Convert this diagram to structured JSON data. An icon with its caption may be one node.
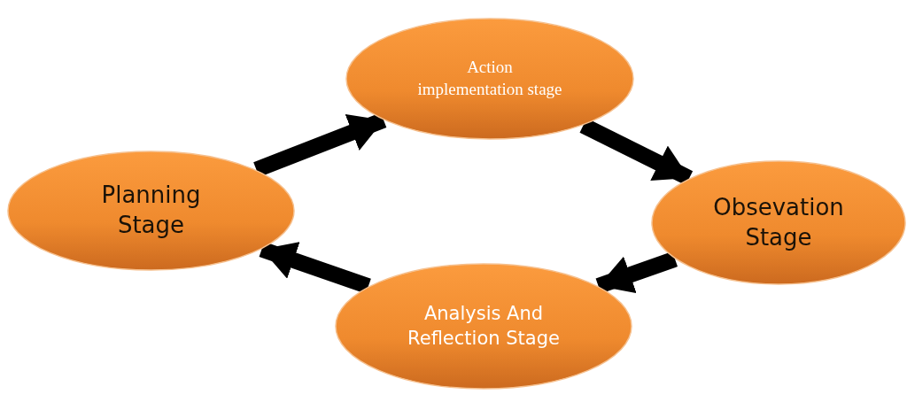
{
  "diagram": {
    "nodes": [
      {
        "text": [
          "Planning Stage"
        ]
      },
      {
        "text": [
          "Action implementation stage"
        ]
      },
      {
        "text": [
          "Obsevation Stage"
        ]
      },
      {
        "text": [
          "Analysis And Reflection Stage"
        ]
      }
    ],
    "edges": [
      {
        "from": 0,
        "to": 1,
        "arrow": "to"
      },
      {
        "from": 1,
        "to": 2,
        "arrow": "to"
      },
      {
        "from": 2,
        "to": 3,
        "arrow": "to"
      },
      {
        "from": 3,
        "to": 0,
        "arrow": "to"
      }
    ]
  }
}
